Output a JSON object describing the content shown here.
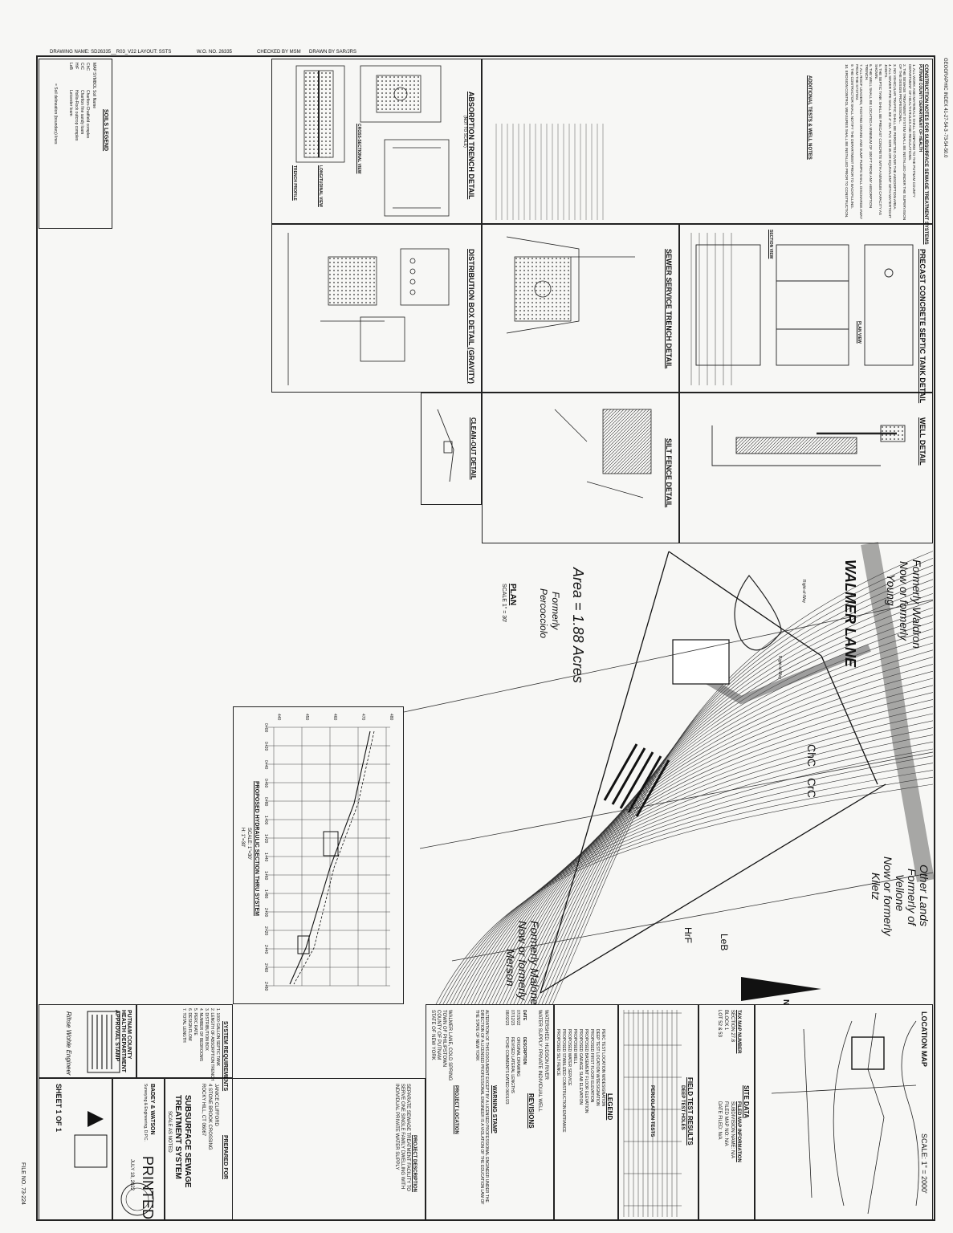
{
  "header": {
    "drawing_name": "DRAWING NAME: SD26335__R03_V22  LAYOUT: SSTS",
    "wo_no": "W.O. NO. 26335",
    "checked_by": "CHECKED BY MSM",
    "drawn_by": "DRAWN BY SAR/JRS",
    "geographic_index": "GEOGRAPHIC INDEX 41-27-54-3 -73-54-50.0"
  },
  "notes": {
    "title": "CONSTRUCTION NOTES FOR SUBSURFACE SEWAGE TREATMENT SYSTEMS",
    "subtitle": "PUTNAM COUNTY DEPARTMENT OF HEALTH",
    "items": [
      "1. ALL WORK AND MATERIALS SHALL CONFORM TO THE PUTNAM COUNTY DEPARTMENT OF HEALTH RULES AND REGULATIONS.",
      "2. THE SEWAGE TREATMENT SYSTEM SHALL BE INSTALLED UNDER THE SUPERVISION OF THE DESIGN PROFESSIONAL.",
      "3. NO VEHICULAR TRAFFIC SHALL BE PERMITTED OVER THE ABSORPTION AREA.",
      "4. ALL SEWER PIPE SHALL BE 4\" DIA. PVC SDR 35 OR EQUIVALENT WITH WATERTIGHT JOINTS.",
      "5. THE SEPTIC TANK SHALL BE PRECAST CONCRETE WITH A MINIMUM CAPACITY AS SHOWN.",
      "6. THE WELL SHALL BE LOCATED A MINIMUM OF 100 FT FROM ANY ABSORPTION TRENCH.",
      "7. ALL ROOF LEADERS, FOOTING DRAINS AND SUMP PUMPS SHALL DISCHARGE AWAY FROM THE SYSTEM.",
      "8. ADDITIONAL TESTS & WELL NOTES",
      "9. THE CONTRACTOR SHALL NOTIFY THE DEPARTMENT PRIOR TO BACKFILLING.",
      "10. EROSION CONTROL MEASURES SHALL BE INSTALLED PRIOR TO CONSTRUCTION."
    ],
    "section_title": "ADDITIONAL TESTS & WELL NOTES"
  },
  "details": {
    "absorption_trench": "ABSORPTION TRENCH DETAIL",
    "septic_tank": "PRECAST CONCRETE SEPTIC TANK DETAIL",
    "well": "WELL DETAIL",
    "sewer_service": "SEWER SERVICE TRENCH DETAIL",
    "silt_fence": "SILT FENCE DETAIL",
    "distribution_box": "DISTRIBUTION BOX DETAIL (GRAVITY)",
    "clean_out": "CLEAN-OUT DETAIL",
    "not_to_scale": "(NOT TO SCALE)",
    "cross_sectional_view": "CROSS-SECTIONAL VIEW",
    "longitudinal_view": "LONGITUDINAL VIEW",
    "trench_profile": "TRENCH PROFILE",
    "plan_view": "PLAN VIEW",
    "section_view": "SECTION VIEW"
  },
  "soils": {
    "title": "SOILS LEGEND",
    "col1": "MAP SYMBOL",
    "col2": "Soil Name",
    "rows": [
      [
        "ChC",
        "Charlton-Chatfield complex"
      ],
      [
        "CrC",
        "Charlton fine sandy loam"
      ],
      [
        "HrF",
        "Hollis-Rock outcrop complex"
      ],
      [
        "LeB",
        "Leicester loam"
      ]
    ],
    "footnote": "= Soil delineation (boundary) lines"
  },
  "plan": {
    "title": "PLAN",
    "scale": "SCALE 1\" = 30'",
    "area": "Area = 1.88 Acres",
    "walmer_lane": "WALMER LANE",
    "row": "Right-of-Way",
    "waldron": [
      "Formerly Waldron",
      "Now or formerly",
      "Young"
    ],
    "percocciolo": [
      "Formerly",
      "Percocciolo"
    ],
    "malone": [
      "Formerly Malone",
      "Now or formerly",
      "Merson"
    ],
    "other_lands": [
      "Other Lands",
      "Formerly of",
      "Vellone",
      "Now or formerly",
      "Kiletz"
    ],
    "soil_chc": "ChC",
    "soil_crc": "CrC",
    "soil_hrf": "HrF",
    "soil_leb": "LeB",
    "north": "N"
  },
  "profile": {
    "title": "PROPOSED HYDRAULIC SECTION THRU SYSTEM",
    "scale_h": "SCALE: 1\"=30'",
    "scale_v": "H: 1\"=30'",
    "elevations": [
      "440",
      "450",
      "460",
      "470",
      "480"
    ],
    "stations": [
      "0+00",
      "0+20",
      "0+40",
      "0+60",
      "0+80",
      "1+00",
      "1+20",
      "1+40",
      "1+60",
      "1+80",
      "2+00",
      "2+20",
      "2+40",
      "2+60",
      "2+80"
    ]
  },
  "system_requirements": {
    "title": "SYSTEM REQUIREMENTS",
    "items": [
      "1. 1000 GALLON SEPTIC TANK",
      "2. LENGTH OF ABSORPTION TRENCH",
      "3. DISTRIBUTION BOX",
      "4. NUMBER OF BEDROOMS",
      "5. PERC RATE",
      "6. DESIGN FLOW",
      "7. TOTAL LENGTH"
    ]
  },
  "approval": {
    "title": "PUTNAM COUNTY HEALTH DEPARTMENT APPROVAL STAMP",
    "signature": "Rihse Wohle  Engineer"
  },
  "location_map": {
    "title": "LOCATION MAP",
    "scale": "SCALE: 1\" = 2000'"
  },
  "site_data": {
    "title": "SITE DATA",
    "tax_map": "TAX MAP NUMBER",
    "section": "SECTION 27.8",
    "block": "BLOCK 1",
    "lot": "LOT 52 & 53",
    "filed_map": "FILED MAP INFORMATION",
    "subdivision": "SUBDIVISION NAME: N/A",
    "filed_map_no": "FILED MAP NO: N/A",
    "date_filed": "DATE FILED: N/A"
  },
  "field_tests": {
    "title": "FIELD TEST RESULTS",
    "deep_holes": "DEEP TEST HOLES",
    "perc_tests": "PERCOLATION TESTS"
  },
  "legend": {
    "title": "LEGEND",
    "items": [
      "PERC TEST LOCATION W/DESIGNATION",
      "DEEP TEST LOCATION W/DESIGNATION",
      "PROPOSED FIRST FLOOR ELEVATION",
      "PROPOSED BASEMENT FLOOR ELEVATION",
      "PROPOSED GARAGE SLAB ELEVATION",
      "PROPOSED WELL",
      "PROPOSED WATER SERVICE",
      "PROPOSED STABILIZED CONSTRUCTION ENTRANCE",
      "PROPOSED SILT FENCE"
    ]
  },
  "watershed": {
    "watershed": "WATERSHED: HUDSON RIVER",
    "water_supply": "WATER SUPPLY: PRIVATE INDIVIDUAL WELL"
  },
  "revisions": {
    "title": "REVISIONS",
    "col_date": "DATE",
    "col_desc": "DESCRIPTION",
    "rows": [
      [
        "07/26/22",
        "ORIGINAL DRAWING"
      ],
      [
        "07/12/23",
        "REVISED LATERAL LENGTHS"
      ],
      [
        "08/02/23",
        "PCHD COMMENTS DATED 06/01/23"
      ]
    ]
  },
  "warning": {
    "title": "WARNING STAMP",
    "text": "ALTERATION OF THIS DOCUMENT EXCEPT BY A LICENSED PROFESSIONAL ENGINEER UNDER THE DIRECTION OF A LICENSED PROFESSIONAL ENGINEER IS A VIOLATION OF THE EDUCATION LAW OF THE STATE OF NEW YORK"
  },
  "project": {
    "location_title": "PROJECT LOCATION",
    "location": [
      "WALMER LANE, COLD SPRING",
      "TOWN OF PHILIPSTOWN",
      "COUNTY OF PUTNAM",
      "STATE OF NEW YORK"
    ],
    "description_title": "PROJECT DESCRIPTION",
    "description": [
      "SEPARATE SEWAGE TREATMENT FACILITY TO",
      "SERVE ONE SINGLE FAMILY DWELLING WITH",
      "INDIVIDUAL PRIVATE WATER SUPPLY"
    ],
    "prepared_for_title": "PREPARED FOR",
    "prepared_for": [
      "JANICE CLIFFORD",
      "4 STONE BROOK CROSSING",
      "ROCKY HILL, CT 06067"
    ],
    "drawing_title": [
      "SUBSURFACE SEWAGE",
      "TREATMENT SYSTEM"
    ],
    "scale": "SCALE AS NOTED",
    "printed": "PRINTED",
    "printed_date": "JULY 18, 2022",
    "firm": "BADEY & WATSON",
    "firm_sub": "Surveying & Engineering, D.P.C.",
    "sheet": "SHEET 1 OF 1",
    "file_no": "FILE NO. 73-224"
  }
}
